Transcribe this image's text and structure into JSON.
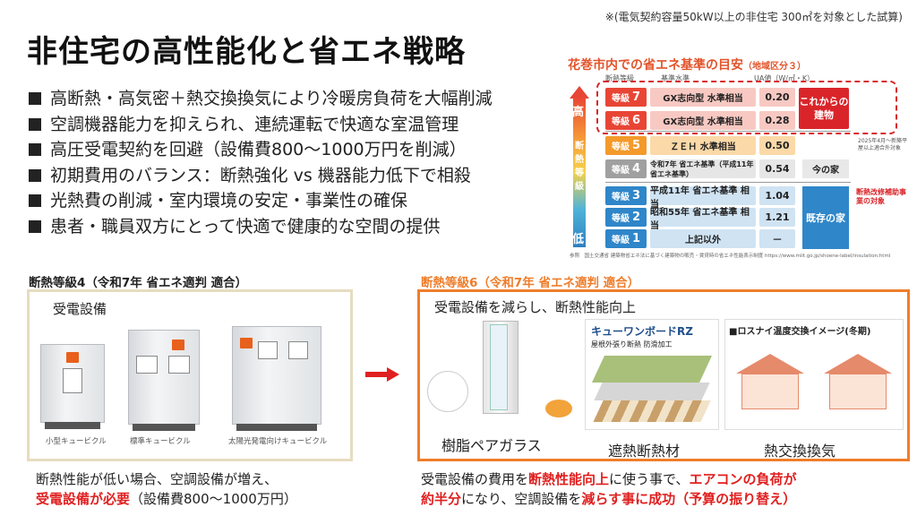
{
  "note": "※(電気契約容量50kW以上の非住宅 300㎡を対象とした試算)",
  "title": "非住宅の高性能化と省エネ戦略",
  "bullets": [
    "高断熱・高気密＋熱交換換気により冷暖房負荷を大幅削減",
    "空調機器能力を抑えられ、連続運転で快適な室温管理",
    "高圧受電契約を回避（設備費800～1000万円を削減）",
    "初期費用のバランス：断熱強化 vs 機器能力低下で相殺",
    "光熱費の削減・室内環境の安定・事業性の確保",
    "患者・職員双方にとって快適で健康的な空間の提供"
  ],
  "panel": {
    "title": "花巻市内での省エネ基準の目安",
    "title_small": "（地域区分３）",
    "col_grade": "断熱等級",
    "col_std": "基準水準",
    "col_ua": "UA値（W/㎡・K）",
    "high": "高",
    "low": "低",
    "vertical": "断熱等級",
    "grade_prefix": "等級",
    "rows": [
      {
        "num": "7",
        "std": "GX志向型 水準相当",
        "ua": "0.20",
        "grade_color": "#e84535",
        "std_bg": "#f7c9c2",
        "ua_bg": "#f7c9c2"
      },
      {
        "num": "6",
        "std": "GX志向型 水準相当",
        "ua": "0.28",
        "grade_color": "#e84535",
        "std_bg": "#f7c9c2",
        "ua_bg": "#f7c9c2"
      },
      {
        "num": "5",
        "std": "ＺＥＨ 水準相当",
        "ua": "0.50",
        "grade_color": "#f39a2b",
        "std_bg": "#fbd9a8",
        "ua_bg": "#fbd9a8"
      },
      {
        "num": "4",
        "std": "令和7年 省エネ基準（平成11年 省エネ基準）",
        "ua": "0.54",
        "grade_color": "#a0a0a0",
        "std_bg": "#e6e6e6",
        "ua_bg": "#e6e6e6"
      },
      {
        "num": "3",
        "std": "平成11年 省エネ基準 相当",
        "ua": "1.04",
        "grade_color": "#2f86c9",
        "std_bg": "#cfe3f3",
        "ua_bg": "#cfe3f3"
      },
      {
        "num": "2",
        "std": "昭和55年 省エネ基準 相当",
        "ua": "1.21",
        "grade_color": "#2f86c9",
        "std_bg": "#cfe3f3",
        "ua_bg": "#cfe3f3"
      },
      {
        "num": "1",
        "std": "上記以外",
        "ua": "－",
        "grade_color": "#2f86c9",
        "std_bg": "#cfe3f3",
        "ua_bg": "#cfe3f3"
      }
    ],
    "future_label": "これからの建物",
    "now_label": "今の家",
    "exist_label": "既存の家",
    "side_note1": "2025年4月～新築平屋以上適合外対象",
    "side_note2": "断熱改修補助事業の対象",
    "source": "参照　国土交通省 建築物省エネ法に基づく建築物の販売・賃貸時の省エネ性能表示制度 https://www.mlit.go.jp/shoene-label/insulation.html"
  },
  "left": {
    "label": "断熱等級4（令和7年 省エネ適判 適合）",
    "box_head": "受電設備",
    "captions": [
      "小型キュービクル",
      "標準キュービクル",
      "太陽光発電向けキュービクル"
    ]
  },
  "right": {
    "label": "断熱等級6（令和7年 省エネ適判 適合）",
    "box_head": "受電設備を減らし、断熱性能向上",
    "brand": "キューワンボードRZ",
    "brand_sub": "屋根外張り断熱 防滑加工",
    "vent_title": "■ロスナイ温度交換イメージ(冬期)",
    "captions": [
      "樹脂ペアガラス",
      "遮熱断熱材",
      "熱交換換気"
    ]
  },
  "foot_left": {
    "line1": "断熱性能が低い場合、空調設備が増え、",
    "line2_red": "受電設備が必要",
    "line2_rest": "（設備費800～1000万円）"
  },
  "foot_right": {
    "l1_a": "受電設備の費用を",
    "l1_b": "断熱性能向上",
    "l1_c": "に使う事で、",
    "l1_d": "エアコンの負荷が",
    "l2_a": "約半分",
    "l2_b": "になり、空調設備を",
    "l2_c": "減らす事に成功（予算の振り替え）"
  }
}
